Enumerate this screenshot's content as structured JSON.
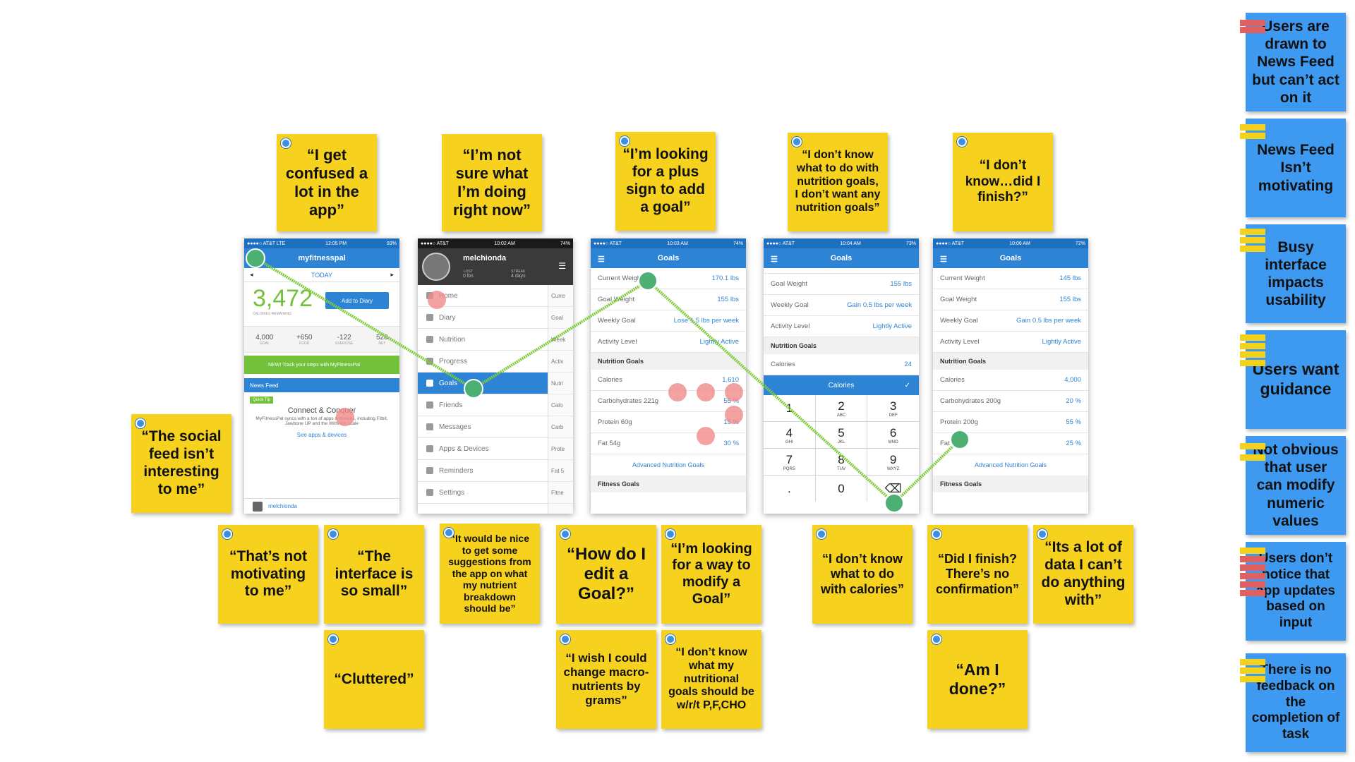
{
  "colors": {
    "sticky_yellow": "#f6d21e",
    "blue_note": "#3e9af0",
    "journey_line": "#7ecb3a",
    "journey_dot": "#4caf73",
    "pain_dot": "#f08a8a",
    "app_blue": "#2e84d4"
  },
  "top_quotes": [
    "“I get confused a lot in the app”",
    "“I’m not sure what I’m doing right now”",
    "“I’m looking for a plus sign to add a goal”",
    "“I don’t know what to do with nutrition goals, I don’t want any nutrition goals”",
    "“I don’t know…did I finish?”"
  ],
  "left_quote": "“The social feed isn’t interesting to me”",
  "bottom_quotes": [
    "“That’s not motivating to me”",
    "“The interface is so small”",
    "“Cluttered”",
    "“It would be nice to get some suggestions from the app on what my nutrient breakdown should be”",
    "“How do I edit a Goal?”",
    "“I’m looking for a way to modify a Goal”",
    "“I wish I could change macro-nutrients by grams”",
    "“I don’t know what my nutritional goals should be w/r/t P,F,CHO",
    "“I don’t know what to do with calories”",
    "“Did I finish? There’s no confirmation”",
    "“Its a lot of data I can’t do anything with”",
    "“Am I done?”"
  ],
  "insights": [
    "Users are drawn to News Feed but can’t act on it",
    "News Feed Isn’t motivating",
    "Busy interface impacts usability",
    "Users want guidance",
    "Not obvious that user can modify numeric values",
    "Users don’t notice that app updates based on input",
    "There is no feedback on the completion of task"
  ],
  "screen1": {
    "status_carrier": "●●●●○ AT&T LTE",
    "status_time": "12:05 PM",
    "status_battery": "93%",
    "app_title": "myfitnesspal",
    "day": "TODAY",
    "calories": "3,472",
    "calories_caption": "CALORIES REMAINING",
    "add_button": "Add to Diary",
    "stats": [
      {
        "value": "4,000",
        "label": "GOAL"
      },
      {
        "value": "+650",
        "label": "FOOD"
      },
      {
        "value": "-122",
        "label": "EXERCISE"
      },
      {
        "value": "528",
        "label": "NET"
      }
    ],
    "promo": "NEW! Track your steps with MyFitnessPal",
    "feed_title": "News Feed",
    "tip_badge": "Quick Tip",
    "tip_heading": "Connect & Conquer",
    "tip_body": "MyFitnessPal syncs with a ton of apps & devices, including Fitbit, Jawbone UP and the Withings scale",
    "tip_link": "See apps & devices",
    "user": "melchionda"
  },
  "screen2": {
    "status_carrier": "●●●●○ AT&T",
    "status_time": "10:02 AM",
    "status_battery": "74%",
    "user": "melchionda",
    "lost_label": "LOST",
    "lost_value": "0 lbs",
    "streak_label": "STREAK",
    "streak_value": "4 days",
    "menu": [
      "Home",
      "Diary",
      "Nutrition",
      "Progress",
      "Goals",
      "Friends",
      "Messages",
      "Apps & Devices",
      "Reminders",
      "Settings"
    ],
    "peek": [
      "Curre",
      "Goal",
      "Week",
      "Activ",
      "Nutri",
      "Calo",
      "Carb",
      "Prote",
      "Fat 5",
      "Fitne"
    ]
  },
  "screen3": {
    "status_carrier": "●●●●○ AT&T",
    "status_time": "10:03 AM",
    "status_battery": "74%",
    "title": "Goals",
    "rows": [
      {
        "label": "Current Weight",
        "value": "170.1 lbs"
      },
      {
        "label": "Goal Weight",
        "value": "155 lbs"
      },
      {
        "label": "Weekly Goal",
        "value": "Lose 1.5 lbs per week"
      },
      {
        "label": "Activity Level",
        "value": "Lightly Active"
      }
    ],
    "nutrition_header": "Nutrition Goals",
    "nutrition": [
      {
        "label": "Calories",
        "value": "1,610"
      },
      {
        "label": "Carbohydrates 221g",
        "value": "55 %"
      },
      {
        "label": "Protein 60g",
        "value": "15 %"
      },
      {
        "label": "Fat 54g",
        "value": "30 %"
      }
    ],
    "advanced": "Advanced Nutrition Goals",
    "fitness": "Fitness Goals"
  },
  "screen4": {
    "status_carrier": "●●●●○ AT&T",
    "status_time": "10:04 AM",
    "status_battery": "73%",
    "title": "Goals",
    "rows": [
      {
        "label": "Goal Weight",
        "value": "155 lbs"
      },
      {
        "label": "Weekly Goal",
        "value": "Gain 0.5 lbs per week"
      },
      {
        "label": "Activity Level",
        "value": "Lightly Active"
      }
    ],
    "nutrition_header": "Nutrition Goals",
    "calories_label": "Calories",
    "calories_value": "24",
    "picker_title": "Calories",
    "picker_check": "✓",
    "keys": [
      {
        "d": "1",
        "l": ""
      },
      {
        "d": "2",
        "l": "ABC"
      },
      {
        "d": "3",
        "l": "DEF"
      },
      {
        "d": "4",
        "l": "GHI"
      },
      {
        "d": "5",
        "l": "JKL"
      },
      {
        "d": "6",
        "l": "MNO"
      },
      {
        "d": "7",
        "l": "PQRS"
      },
      {
        "d": "8",
        "l": "TUV"
      },
      {
        "d": "9",
        "l": "WXYZ"
      },
      {
        "d": ".",
        "l": ""
      },
      {
        "d": "0",
        "l": ""
      },
      {
        "d": "⌫",
        "l": ""
      }
    ]
  },
  "screen5": {
    "status_carrier": "●●●●○ AT&T",
    "status_time": "10:06 AM",
    "status_battery": "72%",
    "title": "Goals",
    "rows": [
      {
        "label": "Current Weight",
        "value": "145 lbs"
      },
      {
        "label": "Goal Weight",
        "value": "155 lbs"
      },
      {
        "label": "Weekly Goal",
        "value": "Gain 0.5 lbs per week"
      },
      {
        "label": "Activity Level",
        "value": "Lightly Active"
      }
    ],
    "nutrition_header": "Nutrition Goals",
    "nutrition": [
      {
        "label": "Calories",
        "value": "4,000"
      },
      {
        "label": "Carbohydrates 200g",
        "value": "20 %"
      },
      {
        "label": "Protein 200g",
        "value": "55 %"
      },
      {
        "label": "Fat 111g",
        "value": "25 %"
      }
    ],
    "advanced": "Advanced Nutrition Goals",
    "fitness": "Fitness Goals"
  }
}
